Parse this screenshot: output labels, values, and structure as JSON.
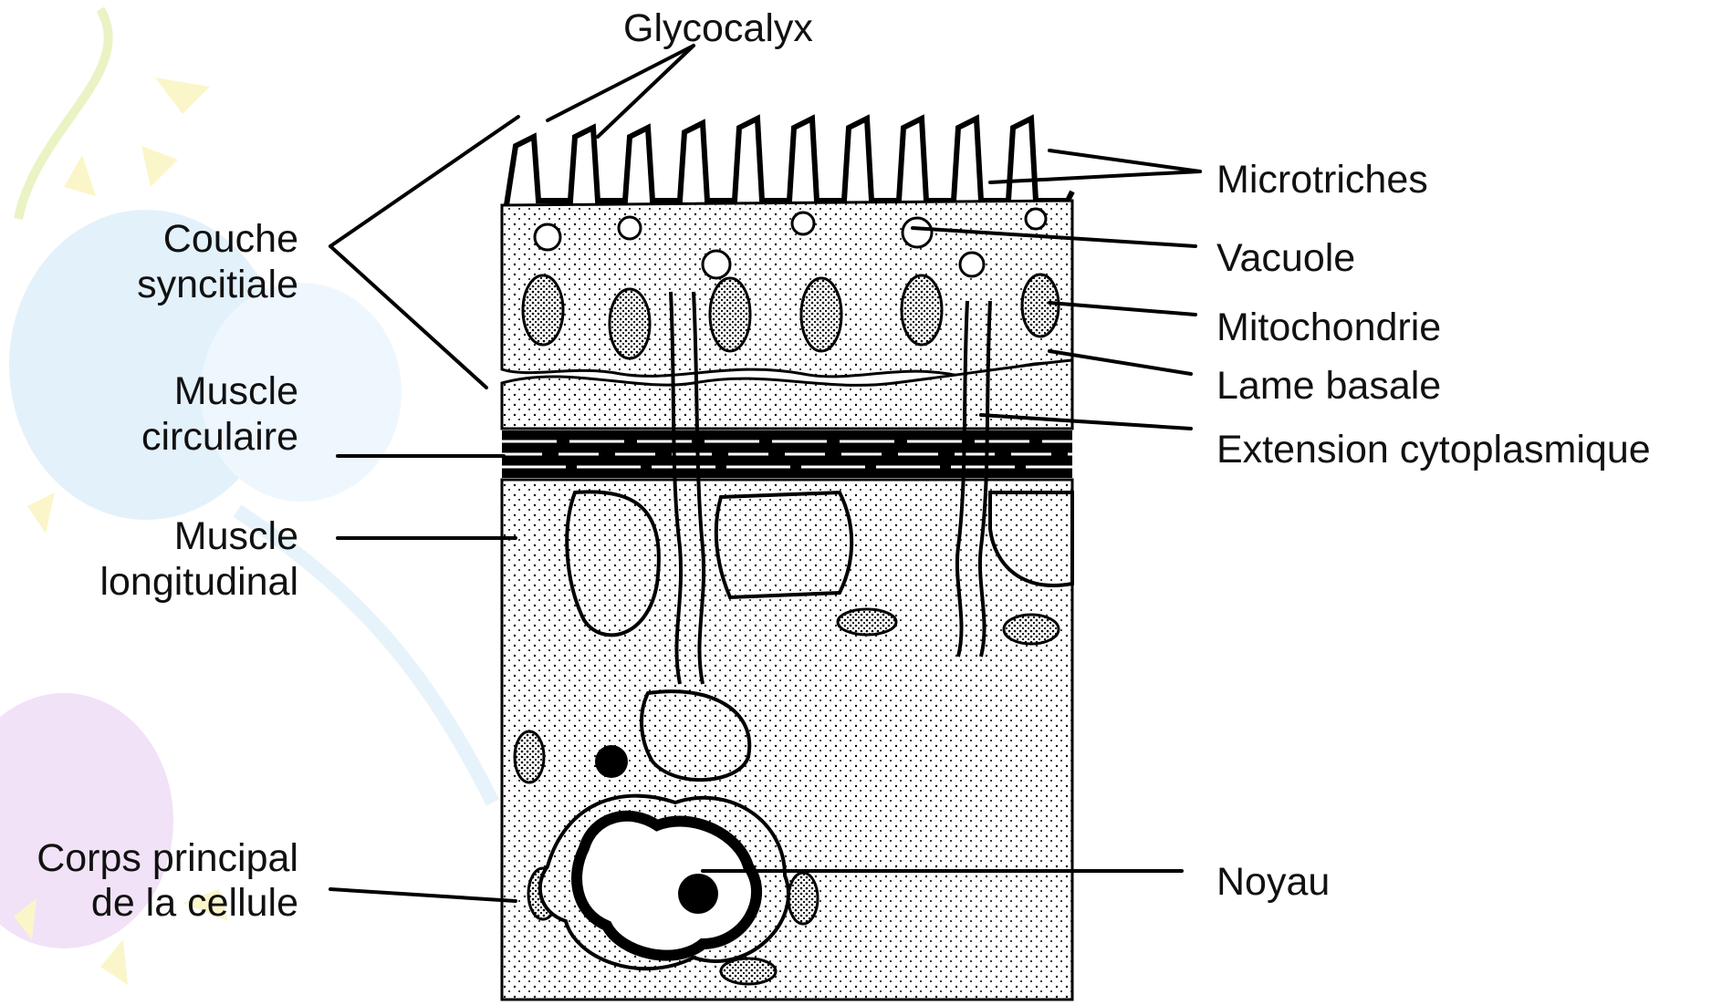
{
  "labels": {
    "glycocalyx": "Glycocalyx",
    "microtriches": "Microtriches",
    "vacuole": "Vacuole",
    "mitochondrie": "Mitochondrie",
    "lame_basale": "Lame basale",
    "extension": "Extension cytoplasmique",
    "couche_1": "Couche",
    "couche_2": "syncitiale",
    "muscle_circ_1": "Muscle",
    "muscle_circ_2": "circulaire",
    "muscle_long_1": "Muscle",
    "muscle_long_2": "longitudinal",
    "corps_1": "Corps principal",
    "corps_2": "de la cellule",
    "noyau": "Noyau"
  },
  "colors": {
    "background_decor": [
      "#f4f8d8",
      "#e3f1fb",
      "#f3e3f7",
      "#fbf6c9"
    ],
    "ink": "#000000"
  }
}
